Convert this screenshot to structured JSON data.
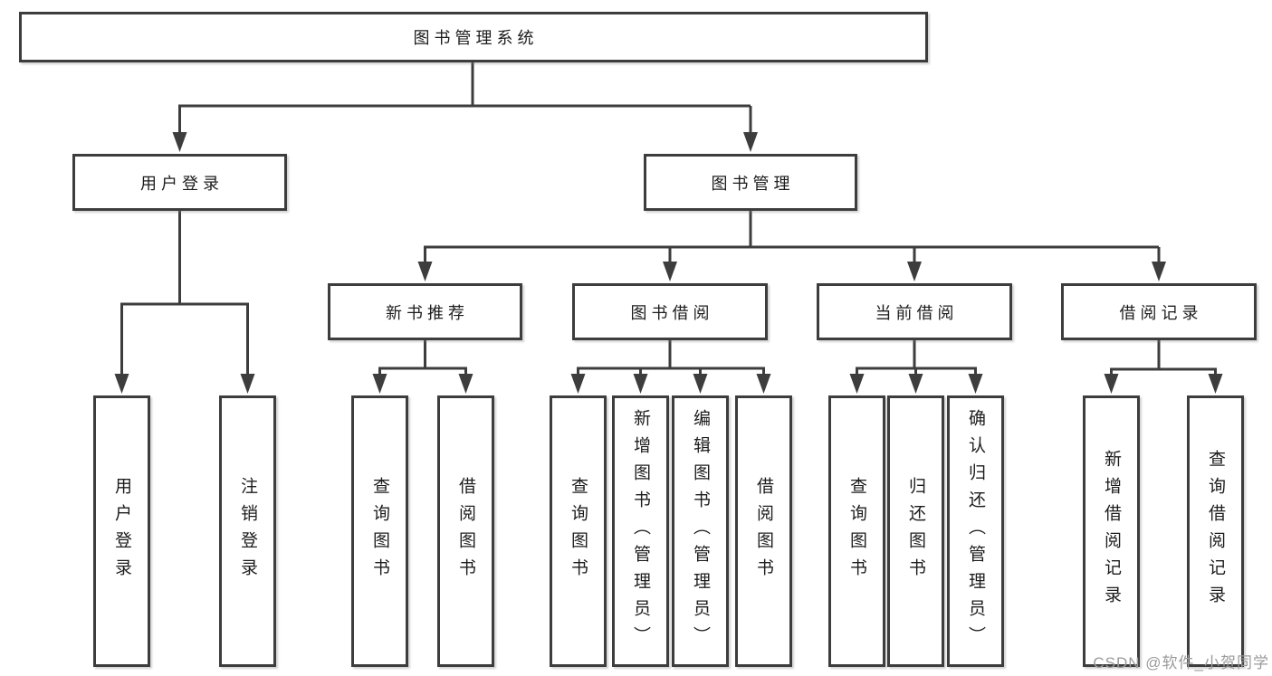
{
  "diagram": {
    "root": {
      "label": "图书管理系统"
    },
    "level2": [
      {
        "label": "用户登录"
      },
      {
        "label": "图书管理"
      }
    ],
    "level3": [
      {
        "label": "新书推荐"
      },
      {
        "label": "图书借阅"
      },
      {
        "label": "当前借阅"
      },
      {
        "label": "借阅记录"
      }
    ],
    "leaves": [
      {
        "label": "用户登录"
      },
      {
        "label": "注销登录"
      },
      {
        "label": "查询图书"
      },
      {
        "label": "借阅图书"
      },
      {
        "label": "查询图书"
      },
      {
        "label": "新增图书（管理员）"
      },
      {
        "label": "编辑图书（管理员）"
      },
      {
        "label": "借阅图书"
      },
      {
        "label": "查询图书"
      },
      {
        "label": "归还图书"
      },
      {
        "label": "确认归还（管理员）"
      },
      {
        "label": "新增借阅记录"
      },
      {
        "label": "查询借阅记录"
      }
    ]
  },
  "watermark": {
    "text": "CSDN @软件_小贺同学"
  },
  "colors": {
    "line": "#3d3d3d",
    "box_border": "#3d3d3d",
    "text": "#1c1c1c",
    "background": "#ffffff",
    "watermark": "#9b9b9b"
  }
}
